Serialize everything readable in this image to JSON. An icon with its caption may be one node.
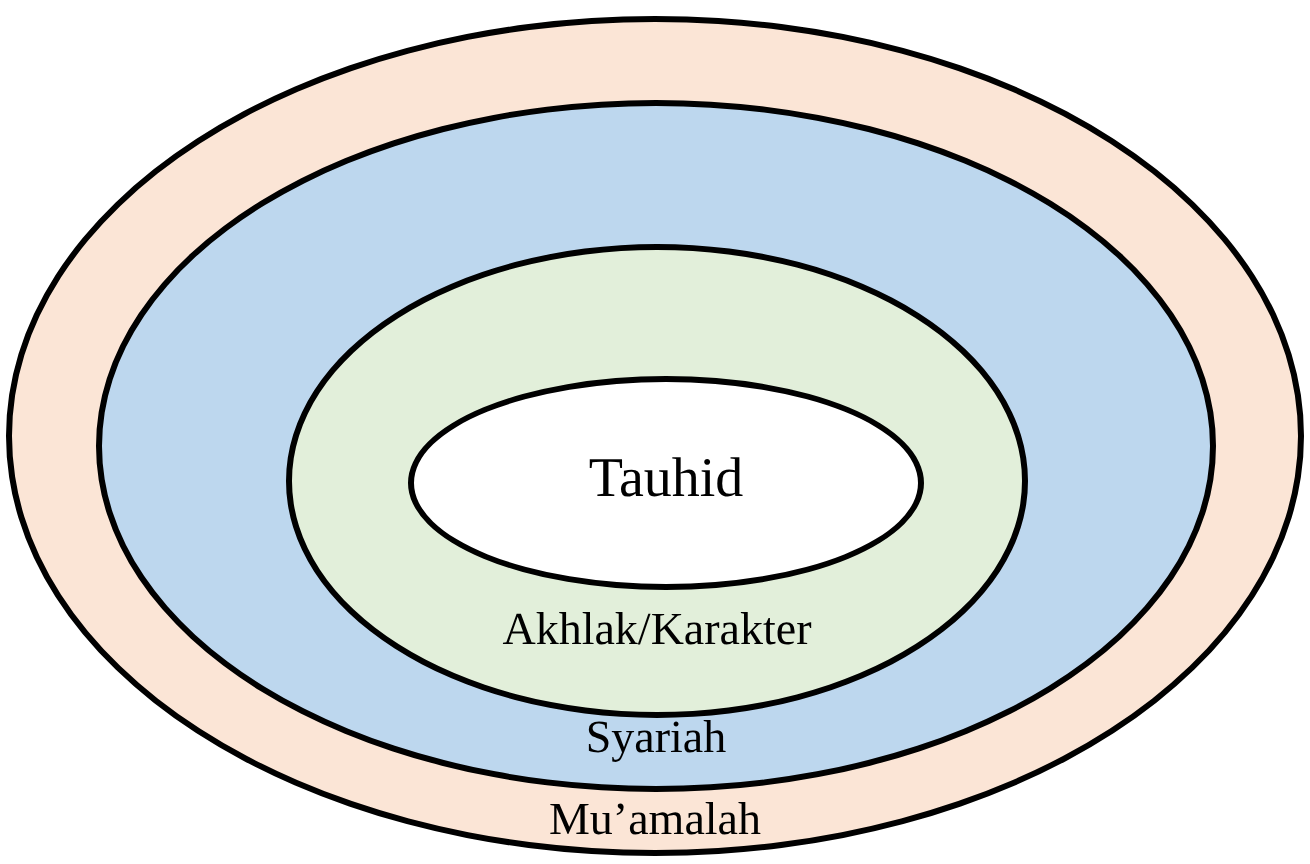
{
  "diagram": {
    "nodes": [
      {
        "text": [
          "Mu’amalah"
        ]
      },
      {
        "text": [
          "Syariah"
        ],
        "in": 0
      },
      {
        "text": [
          "Akhlak/Karakter"
        ],
        "in": 1
      },
      {
        "text": [
          "Tauhid"
        ],
        "in": 2
      }
    ]
  }
}
